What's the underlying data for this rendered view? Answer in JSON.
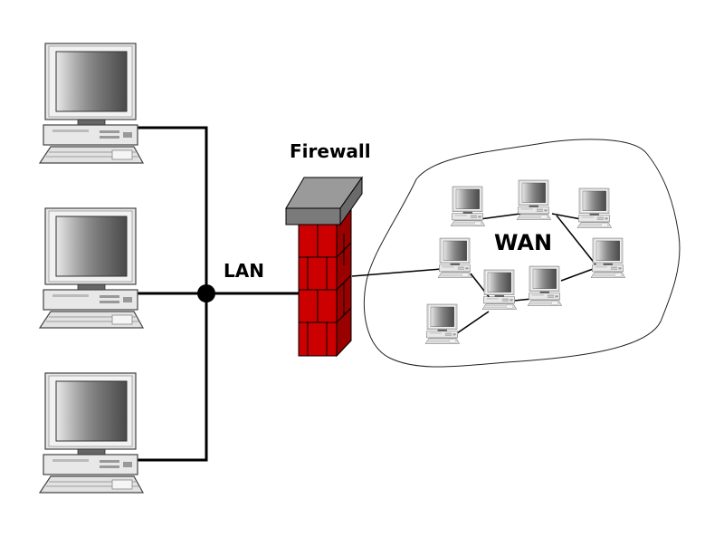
{
  "labels": {
    "firewall": "Firewall",
    "lan": "LAN",
    "wan": "WAN"
  },
  "colors": {
    "firewall_brick": "#cc0000",
    "firewall_brick_dark": "#990000",
    "firewall_cap_top": "#9a9a9a",
    "firewall_cap_front": "#7a7a7a",
    "wire": "#000000",
    "background": "#ffffff"
  },
  "icons": {
    "lan_computers": [
      "desktop-computer-icon",
      "desktop-computer-icon",
      "desktop-computer-icon"
    ],
    "wan_computers": [
      "desktop-computer-icon",
      "desktop-computer-icon",
      "desktop-computer-icon",
      "desktop-computer-icon",
      "desktop-computer-icon",
      "desktop-computer-icon",
      "desktop-computer-icon",
      "desktop-computer-icon"
    ],
    "firewall": "brick-wall-icon",
    "hub": "network-junction-icon",
    "cloud": "cloud-outline-icon"
  }
}
